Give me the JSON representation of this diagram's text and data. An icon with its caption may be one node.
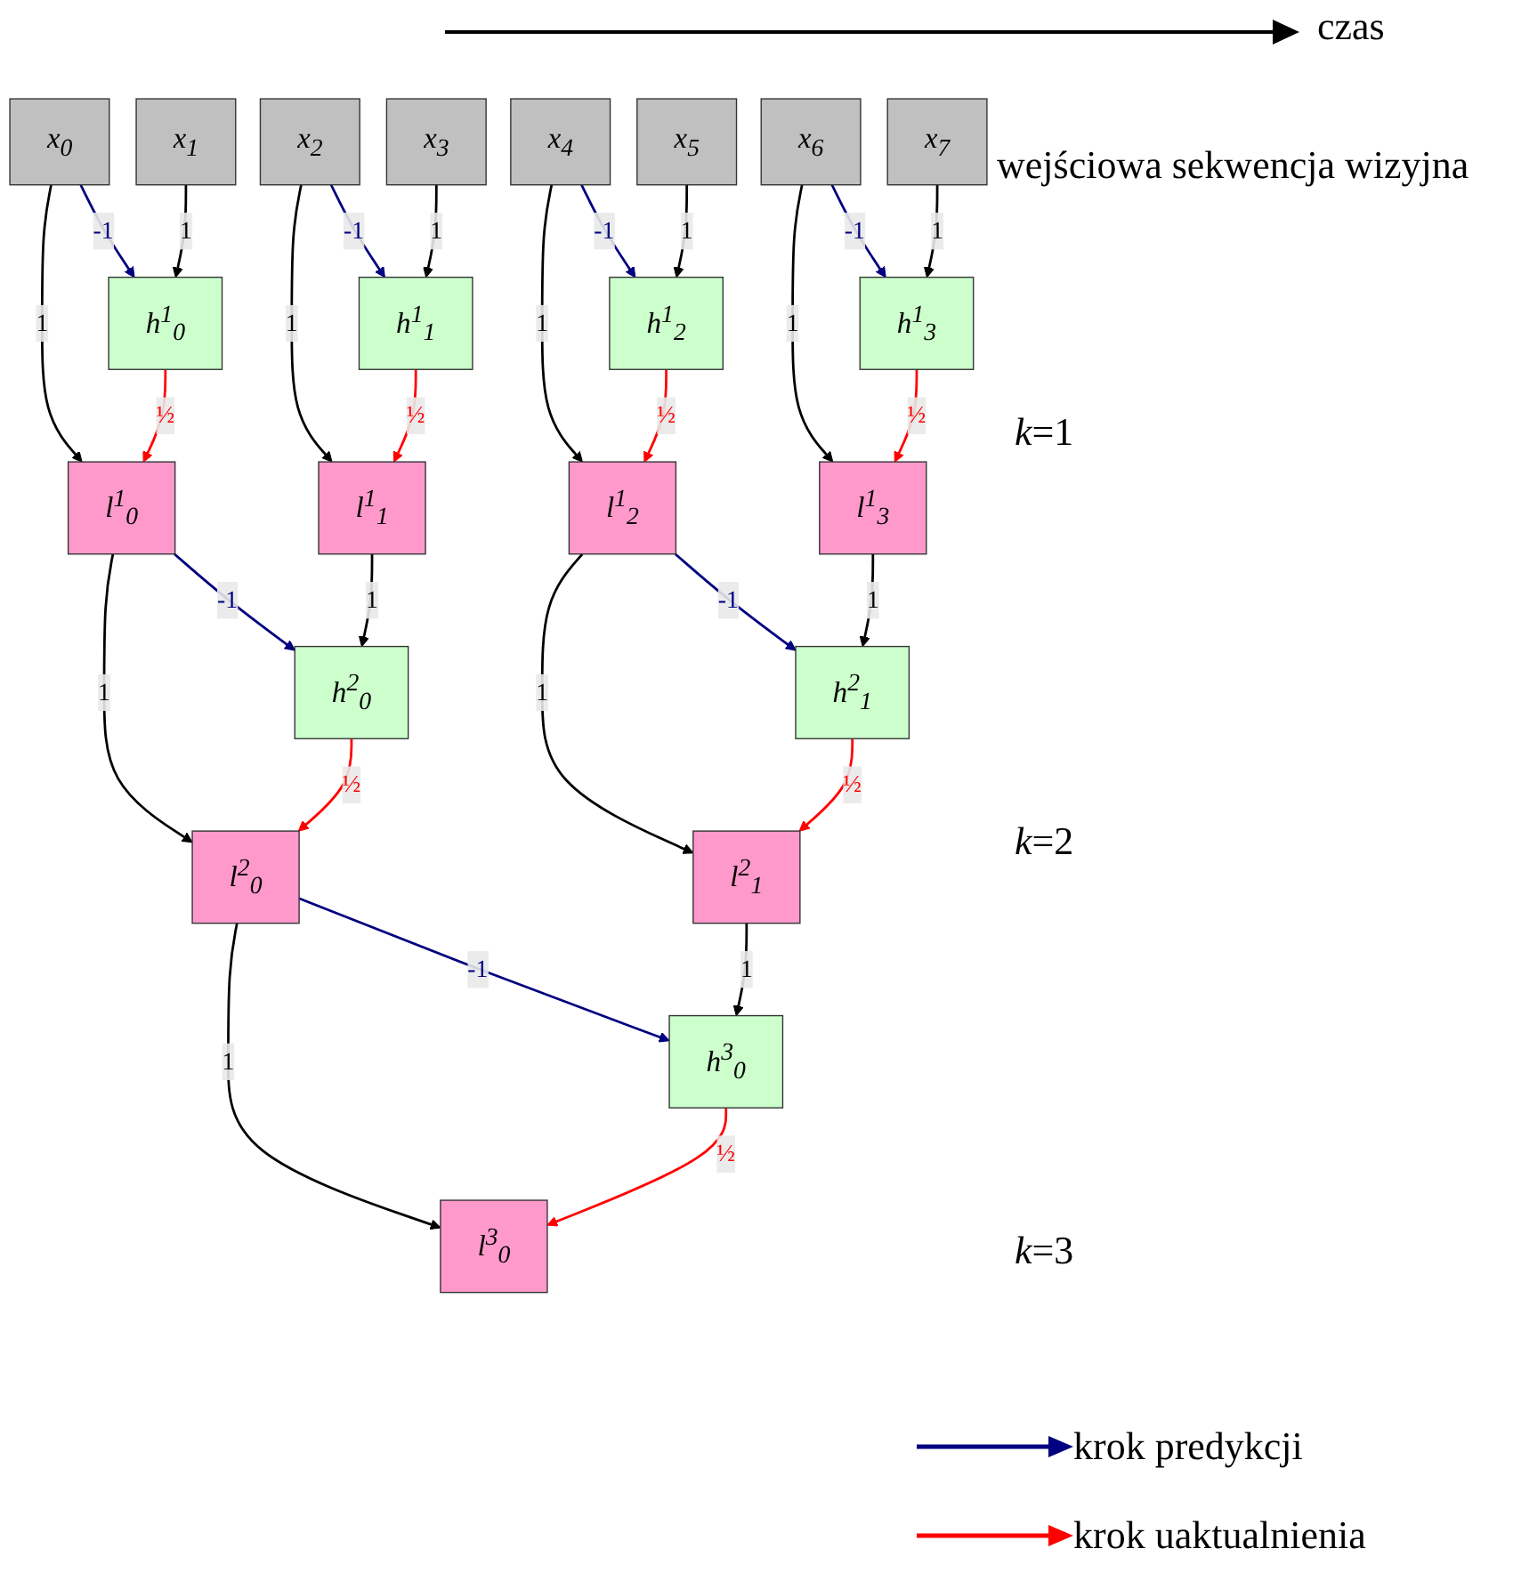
{
  "diagram": {
    "nodes": [
      {
        "text": [
          "x$_{0}$"
        ]
      },
      {
        "text": [
          "x$_{1}$"
        ]
      },
      {
        "text": [
          "x$_{2}$"
        ]
      },
      {
        "text": [
          "x$_{3}$"
        ]
      },
      {
        "text": [
          "x$_{4}$"
        ]
      },
      {
        "text": [
          "x$_{5}$"
        ]
      },
      {
        "text": [
          "x$_{6}$"
        ]
      },
      {
        "text": [
          "x$_{7}$"
        ]
      },
      {
        "text": [
          "h$^{1}$$_{0}$"
        ]
      },
      {
        "text": [
          "h$^{1}$$_{1}$"
        ]
      },
      {
        "text": [
          "h$^{1}$$_{2}$"
        ]
      },
      {
        "text": [
          "h$^{1}$$_{3}$"
        ]
      },
      {
        "text": [
          "l$^{1}$$_{0}$"
        ]
      },
      {
        "text": [
          "l$^{1}$$_{1}$"
        ]
      },
      {
        "text": [
          "l$^{1}$$_{2}$"
        ]
      },
      {
        "text": [
          "l$^{1}$$_{3}$"
        ]
      },
      {
        "text": [
          "h$^{2}$$_{0}$"
        ]
      },
      {
        "text": [
          "h$^{2}$$_{1}$"
        ]
      },
      {
        "text": [
          "l$^{2}$$_{0}$"
        ]
      },
      {
        "text": [
          "l$^{2}$$_{1}$"
        ]
      },
      {
        "text": [
          "h$^{3}$$_{0}$"
        ]
      },
      {
        "text": [
          "l$^{3}$$_{0}$"
        ]
      }
    ],
    "edges": [
      {
        "from": 0,
        "to": 8,
        "arrow": "to",
        "label": "-1",
        "color": "#000080"
      },
      {
        "from": 1,
        "to": 8,
        "arrow": "to",
        "label": "1"
      },
      {
        "from": 0,
        "to": 12,
        "arrow": "to",
        "label": "1"
      },
      {
        "from": 8,
        "to": 12,
        "arrow": "to",
        "label": "½",
        "color": "#ff0000"
      },
      {
        "from": 2,
        "to": 9,
        "arrow": "to",
        "label": "-1",
        "color": "#000080"
      },
      {
        "from": 3,
        "to": 9,
        "arrow": "to",
        "label": "1"
      },
      {
        "from": 2,
        "to": 13,
        "arrow": "to",
        "label": "1"
      },
      {
        "from": 9,
        "to": 13,
        "arrow": "to",
        "label": "½",
        "color": "#ff0000"
      },
      {
        "from": 4,
        "to": 10,
        "arrow": "to",
        "label": "-1",
        "color": "#000080"
      },
      {
        "from": 5,
        "to": 10,
        "arrow": "to",
        "label": "1"
      },
      {
        "from": 4,
        "to": 14,
        "arrow": "to",
        "label": "1"
      },
      {
        "from": 10,
        "to": 14,
        "arrow": "to",
        "label": "½",
        "color": "#ff0000"
      },
      {
        "from": 6,
        "to": 11,
        "arrow": "to",
        "label": "-1",
        "color": "#000080"
      },
      {
        "from": 7,
        "to": 11,
        "arrow": "to",
        "label": "1"
      },
      {
        "from": 6,
        "to": 15,
        "arrow": "to",
        "label": "1"
      },
      {
        "from": 11,
        "to": 15,
        "arrow": "to",
        "label": "½",
        "color": "#ff0000"
      },
      {
        "from": 12,
        "to": 16,
        "arrow": "to",
        "label": "-1",
        "color": "#000080"
      },
      {
        "from": 13,
        "to": 16,
        "arrow": "to",
        "label": "1"
      },
      {
        "from": 12,
        "to": 18,
        "arrow": "to",
        "label": "1"
      },
      {
        "from": 16,
        "to": 18,
        "arrow": "to",
        "label": "½",
        "color": "#ff0000"
      },
      {
        "from": 14,
        "to": 17,
        "arrow": "to",
        "label": "-1",
        "color": "#000080"
      },
      {
        "from": 15,
        "to": 17,
        "arrow": "to",
        "label": "1"
      },
      {
        "from": 14,
        "to": 19,
        "arrow": "to",
        "label": "1"
      },
      {
        "from": 17,
        "to": 19,
        "arrow": "to",
        "label": "½",
        "color": "#ff0000"
      },
      {
        "from": 18,
        "to": 20,
        "arrow": "to",
        "label": "-1",
        "color": "#000080"
      },
      {
        "from": 19,
        "to": 20,
        "arrow": "to",
        "label": "1"
      },
      {
        "from": 18,
        "to": 21,
        "arrow": "to",
        "label": "1"
      },
      {
        "from": 20,
        "to": 21,
        "arrow": "to",
        "label": "½",
        "color": "#ff0000"
      }
    ],
    "labels": [
      "czas",
      "wejściowa sekwencja wizyjna",
      "*k*=1",
      "*k*=2",
      "*k*=3"
    ],
    "legend": [
      {
        "text": "krok predykcji"
      },
      {
        "text": "krok uaktualnienia"
      }
    ]
  }
}
